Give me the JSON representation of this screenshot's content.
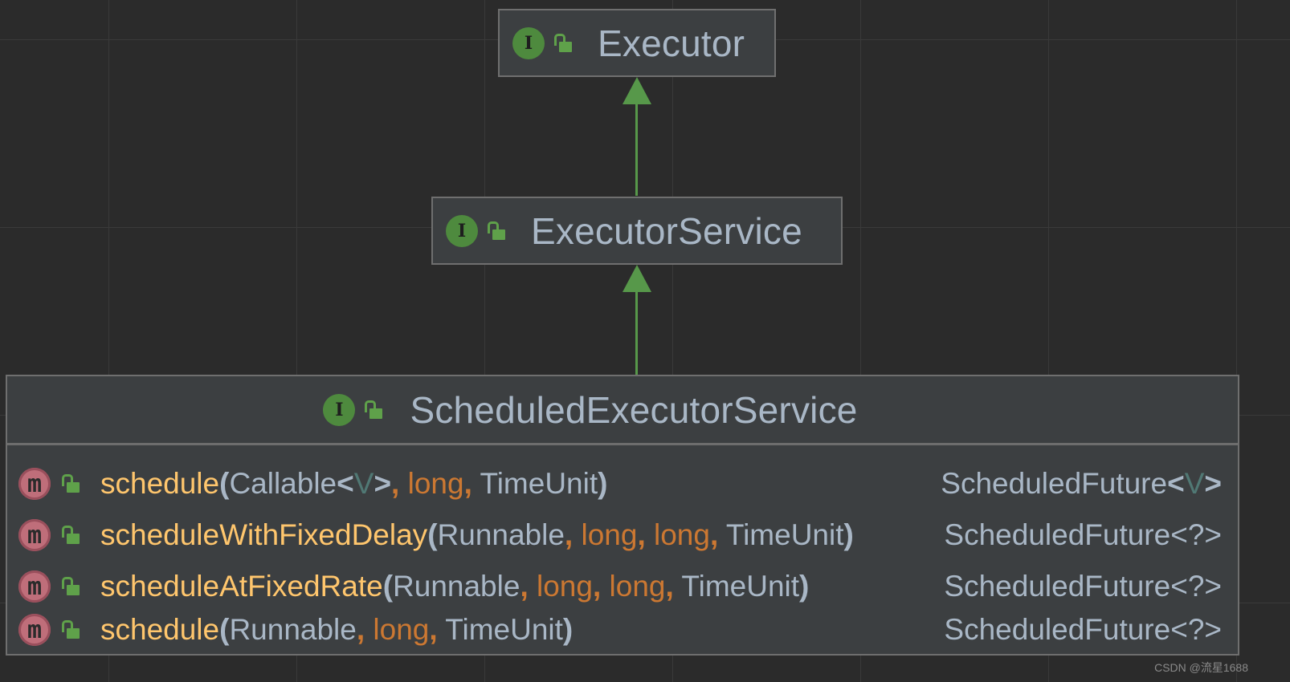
{
  "nodes": {
    "executor": {
      "icon": "I",
      "title": "Executor"
    },
    "executor_service": {
      "icon": "I",
      "title": "ExecutorService"
    },
    "scheduled": {
      "icon": "I",
      "title": "ScheduledExecutorService"
    }
  },
  "method_icon": "m",
  "methods": [
    {
      "name": "schedule",
      "open": "(",
      "p1": "Callable",
      "lt": "<",
      "tp": "V",
      "gt": ">",
      "c1": ",",
      "p2": "long",
      "c2": ",",
      "p3": "TimeUnit",
      "close": ")",
      "ret_type": "ScheduledFuture",
      "ret_lt": "<",
      "ret_tp": "V",
      "ret_gt": ">"
    },
    {
      "name": "scheduleWithFixedDelay",
      "open": "(",
      "p1": "Runnable",
      "c1": ",",
      "p2": "long",
      "c2": ",",
      "p3": "long",
      "c3": ",",
      "p4": "TimeUnit",
      "close": ")",
      "ret": "ScheduledFuture<?>"
    },
    {
      "name": "scheduleAtFixedRate",
      "open": "(",
      "p1": "Runnable",
      "c1": ",",
      "p2": "long",
      "c2": ",",
      "p3": "long",
      "c3": ",",
      "p4": "TimeUnit",
      "close": ")",
      "ret": "ScheduledFuture<?>"
    },
    {
      "name": "schedule",
      "open": "(",
      "p1": "Runnable",
      "c1": ",",
      "p2": "long",
      "c2": ",",
      "p3": "TimeUnit",
      "close": ")",
      "ret": "ScheduledFuture<?>"
    }
  ],
  "watermark": "CSDN @流星1688",
  "colors": {
    "background": "#2b2b2b",
    "node_fill": "#3c3f41",
    "interface_icon": "#4e8a3e",
    "method_icon": "#bf6e7a",
    "arrow": "#57984a",
    "method_name": "#ffc66d",
    "keyword": "#cc7832",
    "type_text": "#a9b7c6"
  },
  "icons": [
    "interface-icon",
    "public-lock-icon",
    "method-icon",
    "inheritance-arrow"
  ]
}
